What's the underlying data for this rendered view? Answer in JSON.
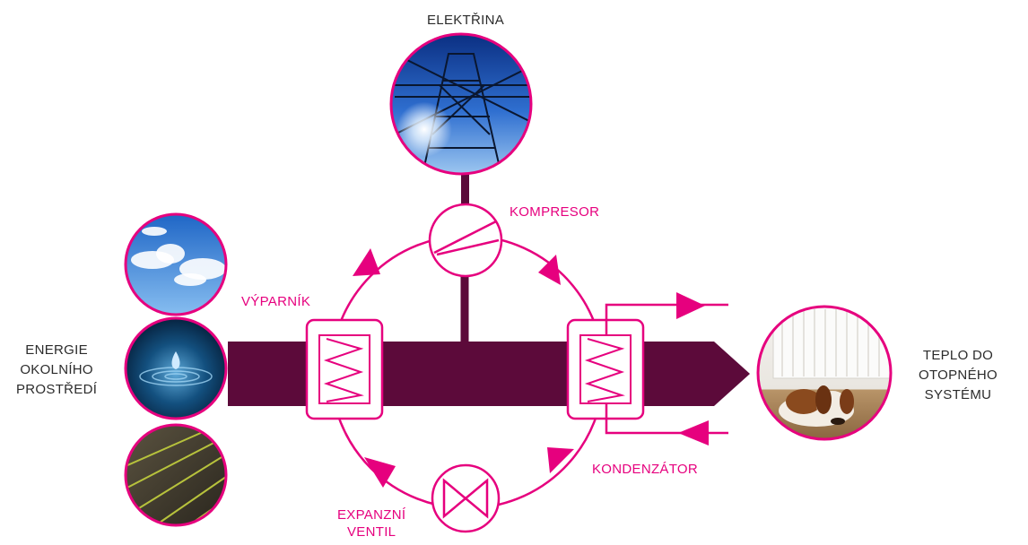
{
  "labels": {
    "electricity": "ELEKTŘINA",
    "compressor": "KOMPRESOR",
    "evaporator": "VÝPARNÍK",
    "condenser": "KONDENZÁTOR",
    "expansion_valve_line1": "EXPANZNÍ",
    "expansion_valve_line2": "VENTIL",
    "source_line1": "ENERGIE",
    "source_line2": "OKOLNÍHO",
    "source_line3": "PROSTŘEDÍ",
    "output_line1": "TEPLO DO",
    "output_line2": "OTOPNÉHO",
    "output_line3": "SYSTÉMU"
  },
  "colors": {
    "accent": "#e6007e",
    "flow": "#5c0a3a",
    "text": "#2b2b2b"
  },
  "icons": {
    "power_tower": "power-tower-photo",
    "sky": "sky-photo",
    "water": "water-drop-photo",
    "soil": "soil-field-photo",
    "heating": "radiator-dog-photo"
  }
}
